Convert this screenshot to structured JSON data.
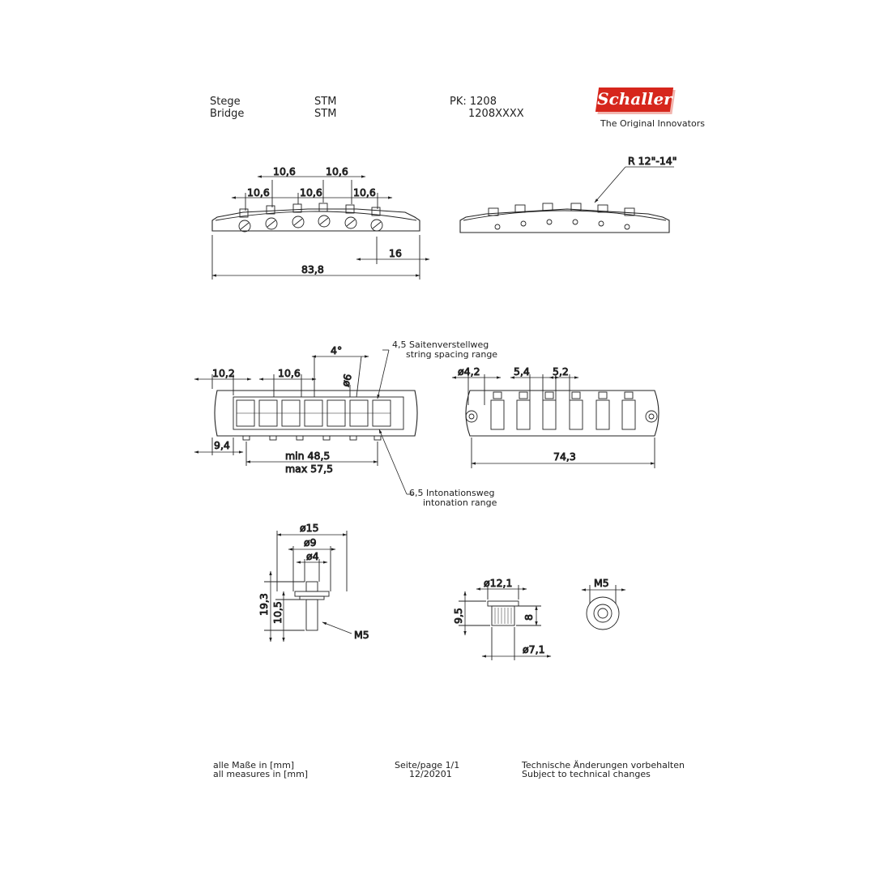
{
  "header": {
    "label_de": "Stege",
    "label_en": "Bridge",
    "model_de": "STM",
    "model_en": "STM",
    "pk": "PK: 1208",
    "part_no": "1208XXXX",
    "logo_text": "Schaller",
    "tagline": "The Original Innovators"
  },
  "front_view": {
    "spacing_top": [
      "10,6",
      "10,6"
    ],
    "spacing_bottom": [
      "10,6",
      "10,6",
      "10,6"
    ],
    "width_end": "16",
    "total_width": "83,8"
  },
  "side_view": {
    "radius": "R 12\"-14\""
  },
  "top_view": {
    "end_offset": "10,2",
    "saddle_spacing": "10,6",
    "angle": "4°",
    "bore": "ø6",
    "bottom_offset": "9,4",
    "min_span": "min  48,5",
    "max_span": "max 57,5",
    "spacing_range_de": "4,5 Saitenverstellweg",
    "spacing_range_en": "string spacing range",
    "intonation_range_de": "6,5 Intonationsweg",
    "intonation_range_en": "intonation range"
  },
  "bottom_view": {
    "bore": "ø4,2",
    "gap1": "5,4",
    "gap2": "5,2",
    "width": "74,3"
  },
  "stud": {
    "d_outer": "ø15",
    "d_mid": "ø9",
    "d_inner": "ø4",
    "height": "19,3",
    "thread_len": "10,5",
    "thread": "M5"
  },
  "bushing": {
    "d_top": "ø12,1",
    "d_bottom": "ø7,1",
    "height": "9,5",
    "body_h": "8",
    "thread": "M5"
  },
  "footer": {
    "units_de": "alle Maße in [mm]",
    "units_en": "all measures in [mm]",
    "page": "Seite/page 1/1",
    "date": "12/20201",
    "notice_de": "Technische Änderungen vorbehalten",
    "notice_en": "Subject to technical changes"
  }
}
